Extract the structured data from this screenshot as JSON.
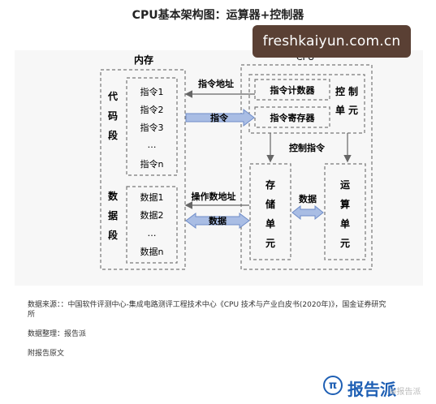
{
  "title": "CPU基本架构图：运算器+控制器",
  "watermark": "freshkaiyun.com.cn",
  "diagram": {
    "memory_label": "内存",
    "cpu_label": "CPU",
    "code_segment": [
      "代",
      "码",
      "段"
    ],
    "data_segment": [
      "数",
      "据",
      "段"
    ],
    "instructions": [
      "指令1",
      "指令2",
      "指令3",
      "…",
      "指令n"
    ],
    "data_items": [
      "数据1",
      "数据2",
      "…",
      "数据n"
    ],
    "program_counter": "指令计数器",
    "instruction_register": "指令寄存器",
    "control_unit": [
      "控",
      "制",
      "单",
      "元"
    ],
    "storage_unit": [
      "存",
      "储",
      "单",
      "元"
    ],
    "alu": [
      "运",
      "算",
      "单",
      "元"
    ],
    "labels": {
      "instruction_address": "指令地址",
      "instruction": "指令",
      "control_instruction": "控制指令",
      "operand_address": "操作数地址",
      "data": "数据",
      "data_internal": "数据"
    }
  },
  "footer": {
    "source_line1": "数据来源：：中国软件评测中心-集成电路测评工程技术中心《CPU 技术与产业白皮书(2020年)》，国金证券研究",
    "source_line2": "所",
    "organizer": "数据整理：报告派",
    "appendix": "附报告原文"
  },
  "logo": {
    "symbol": "π",
    "brand": "报告派",
    "sub": "⊕报告派"
  },
  "colors": {
    "arrow_fill": "#a9bde4",
    "arrow_stroke": "#6e8cc8",
    "box_stroke": "#777777",
    "brand_blue": "#1e5fb4",
    "watermark_bg": "#5a4034"
  }
}
